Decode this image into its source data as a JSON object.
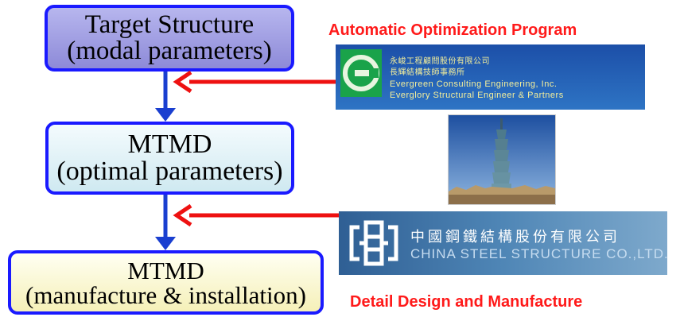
{
  "boxes": {
    "target": {
      "line1": "Target Structure",
      "line2": "(modal parameters)"
    },
    "mtmd_optimal": {
      "line1": "MTMD",
      "line2": "(optimal parameters)"
    },
    "mtmd_manufacture": {
      "line1": "MTMD",
      "line2": "(manufacture & installation)"
    }
  },
  "labels": {
    "top": "Automatic  Optimization Program",
    "bottom": "Detail Design and Manufacture"
  },
  "logos": {
    "evergreen": {
      "line1": "永峻工程顧問股份有限公司",
      "line2": "長輝結構技師事務所",
      "line3": "Evergreen Consulting Engineering, Inc.",
      "line4": "Everglory Structural Engineer & Partners"
    },
    "china_steel": {
      "chinese": "中國鋼鐵結構股份有限公司",
      "english": "CHINA STEEL STRUCTURE CO.,LTD."
    }
  },
  "colors": {
    "box_border": "#1a1aff",
    "flow_arrow": "#1a3fd0",
    "input_arrow": "#ee1111",
    "label_text": "#ff1a1a"
  }
}
